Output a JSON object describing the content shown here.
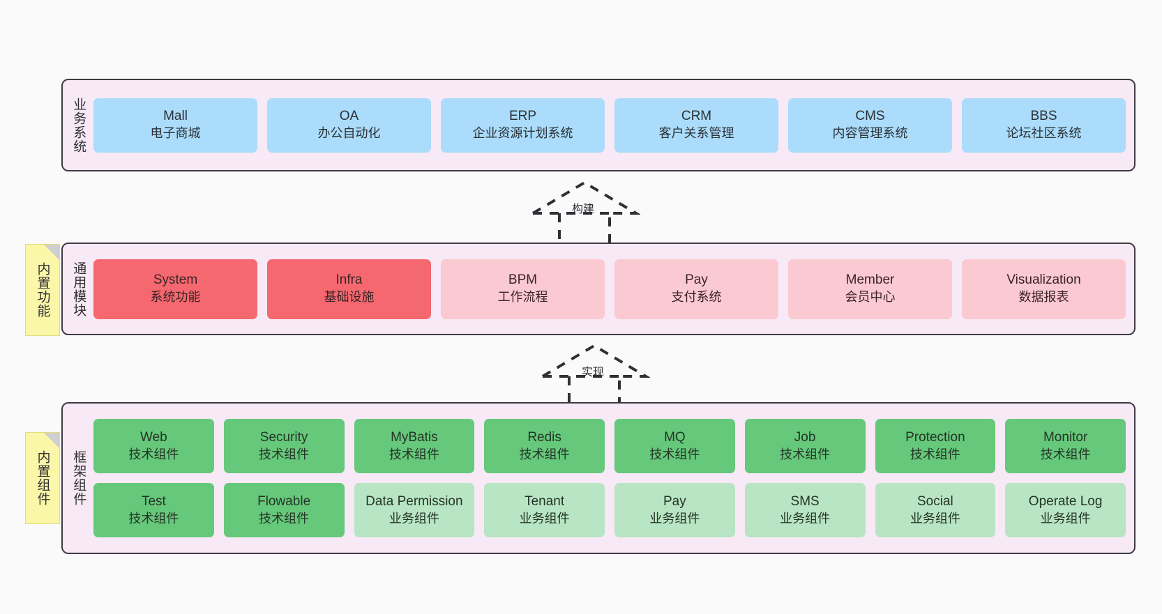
{
  "diagram": {
    "background_color": "#fafafa",
    "layer_bg_color": "#f7e9f5",
    "layer_border_color": "#3f3a44",
    "note_color": "#fbf7a8",
    "colors": {
      "blue": "#abdcfb",
      "red": "#f5686f",
      "pink": "#fbc9d1",
      "green": "#66c87a",
      "light_green": "#b8e5c3"
    }
  },
  "layers": [
    {
      "id": "business-systems",
      "title": "业务系统",
      "rows": [
        {
          "boxes": [
            {
              "name": "Mall",
              "desc": "电子商城",
              "style": "blue"
            },
            {
              "name": "OA",
              "desc": "办公自动化",
              "style": "blue"
            },
            {
              "name": "ERP",
              "desc": "企业资源计划系统",
              "style": "blue"
            },
            {
              "name": "CRM",
              "desc": "客户关系管理",
              "style": "blue"
            },
            {
              "name": "CMS",
              "desc": "内容管理系统",
              "style": "blue"
            },
            {
              "name": "BBS",
              "desc": "论坛社区系统",
              "style": "blue"
            }
          ]
        }
      ]
    },
    {
      "id": "common-modules",
      "title": "通用模块",
      "note": "内置功能",
      "rows": [
        {
          "boxes": [
            {
              "name": "System",
              "desc": "系统功能",
              "style": "red"
            },
            {
              "name": "Infra",
              "desc": "基础设施",
              "style": "red"
            },
            {
              "name": "BPM",
              "desc": "工作流程",
              "style": "pink"
            },
            {
              "name": "Pay",
              "desc": "支付系统",
              "style": "pink"
            },
            {
              "name": "Member",
              "desc": "会员中心",
              "style": "pink"
            },
            {
              "name": "Visualization",
              "desc": "数据报表",
              "style": "pink"
            }
          ]
        }
      ]
    },
    {
      "id": "framework-components",
      "title": "框架组件",
      "note": "内置组件",
      "rows": [
        {
          "boxes": [
            {
              "name": "Web",
              "desc": "技术组件",
              "style": "green"
            },
            {
              "name": "Security",
              "desc": "技术组件",
              "style": "green"
            },
            {
              "name": "MyBatis",
              "desc": "技术组件",
              "style": "green"
            },
            {
              "name": "Redis",
              "desc": "技术组件",
              "style": "green"
            },
            {
              "name": "MQ",
              "desc": "技术组件",
              "style": "green"
            },
            {
              "name": "Job",
              "desc": "技术组件",
              "style": "green"
            },
            {
              "name": "Protection",
              "desc": "技术组件",
              "style": "green"
            },
            {
              "name": "Monitor",
              "desc": "技术组件",
              "style": "green"
            }
          ]
        },
        {
          "boxes": [
            {
              "name": "Test",
              "desc": "技术组件",
              "style": "green"
            },
            {
              "name": "Flowable",
              "desc": "技术组件",
              "style": "green"
            },
            {
              "name": "Data Permission",
              "desc": "业务组件",
              "style": "lgreen"
            },
            {
              "name": "Tenant",
              "desc": "业务组件",
              "style": "lgreen"
            },
            {
              "name": "Pay",
              "desc": "业务组件",
              "style": "lgreen"
            },
            {
              "name": "SMS",
              "desc": "业务组件",
              "style": "lgreen"
            },
            {
              "name": "Social",
              "desc": "业务组件",
              "style": "lgreen"
            },
            {
              "name": "Operate Log",
              "desc": "业务组件",
              "style": "lgreen"
            }
          ]
        }
      ]
    }
  ],
  "connectors": [
    {
      "id": "build",
      "label": "构建"
    },
    {
      "id": "implement",
      "label": "实现"
    }
  ]
}
